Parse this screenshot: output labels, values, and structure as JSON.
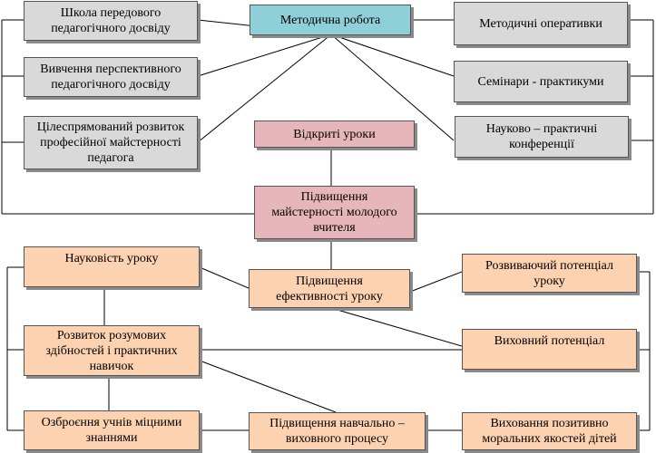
{
  "colors": {
    "gray": "#d9d9d9",
    "cyan": "#8fd0d8",
    "pink": "#e6b6ba",
    "peach": "#fcd2b0",
    "line": "#000000"
  },
  "nodes": {
    "metodychna": "Методична робота",
    "shkola": "Школа передового\nпедагогічного досвіду",
    "vyvchennia": "Вивчення перспективного\nпедагогічного досвіду",
    "tsilespriamovanyi": "Цілеспрямований розвиток\nпрофесійної майстерності\nпедагога",
    "operatyvky": "Методичні оперативки",
    "seminary": "Семінари - практикуми",
    "konferentsii": "Науково – практичні\nконференції",
    "vidkryti": "Відкриті уроки",
    "pidvyshchennia_maisternosti": "Підвищення\nмайстерності молодого\nвчителя",
    "naukovist": "Науковість уроку",
    "efektyvnist": "Підвищення\nефективності уроку",
    "rozvyvaiuchyi": "Розвиваючий потенціал\nуроку",
    "rozvytok": "Розвиток розумових\nздібностей і практичних\nнавичок",
    "vykhovnyi": "Виховний потенціал",
    "ozbroiennia": "Озброєння учнів міцними\nзнаннями",
    "navchalno": "Підвищення навчально –\nвиховного процесу",
    "moralni": "Виховання позитивно\nморальних якостей дітей"
  }
}
